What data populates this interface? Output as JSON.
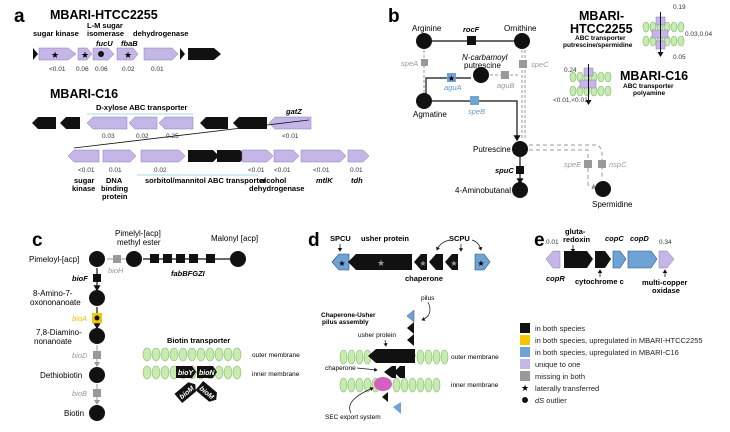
{
  "colors": {
    "both": "#111111",
    "up_htcc": "#f7c500",
    "up_c16": "#6fa3d6",
    "unique": "#c5b6e8",
    "missing": "#999999",
    "membrane": "#c8ecb0",
    "membrane_stroke": "#7fb86a",
    "transporter_line": "#a8d8ea",
    "sec": "#d45fc1"
  },
  "panel_a": {
    "letter": "a",
    "htcc_title": "MBARI-HTCC2255",
    "htcc_labels": [
      "sugar kinase",
      "L-M sugar isomerase",
      "dehydrogenase"
    ],
    "htcc_gene_names": [
      "fucU",
      "fbaB"
    ],
    "htcc_values": [
      "<0.01",
      "0.06",
      "0.06",
      "0.02",
      "0.01"
    ],
    "c16_title": "MBARI-C16",
    "c16_operon": "D-xylose ABC transporter",
    "c16_row1_values": [
      "0.03",
      "0.02",
      "0.25",
      "<0.01"
    ],
    "c16_gene_gatZ": "gatZ",
    "c16_row2_values": [
      "<0.01",
      "0.01",
      "0.02",
      "<0.01",
      "<0.01",
      "<0.01",
      "0.01"
    ],
    "c16_row2_labels": [
      "sugar kinase",
      "DNA binding protein",
      "sorbitol/mannitol ABC transporter",
      "alcohol dehydrogenase"
    ],
    "c16_row2_genes": [
      "mtlK",
      "tdh"
    ]
  },
  "panel_b": {
    "letter": "b",
    "metabolites": [
      "Arginine",
      "Ornithine",
      "N-carbamoyl putrescine",
      "Agmatine",
      "Putrescine",
      "4-Aminobutanal",
      "Spermidine"
    ],
    "genes": {
      "rocF": "rocF",
      "speA": "speA",
      "speC": "speC",
      "aguA": "aguA",
      "aguB": "aguB",
      "speB": "speB",
      "spuC": "spuC",
      "speE": "speE",
      "nspC": "nspC"
    },
    "htcc_title": "MBARI-HTCC2255",
    "htcc_sub": "ABC transporter putrescine/spermidine",
    "htcc_values": [
      "0.19",
      "0.03,0.04",
      "0.05"
    ],
    "c16_title": "MBARI-C16",
    "c16_sub": "ABC transporter polyamine",
    "c16_values": [
      "0.24",
      "<0.01,<0.01"
    ]
  },
  "panel_c": {
    "letter": "c",
    "metabolites": [
      "Pimeloyl-[acp]",
      "Pimelyl-[acp] methyl ester",
      "Malonyl [acp]",
      "8-Amino-7-oxononanoate",
      "7,8-Diamino-nonanoate",
      "Dethiobiotin",
      "Biotin"
    ],
    "genes": {
      "bioH": "bioH",
      "fab": "fabBFGZI",
      "bioF": "bioF",
      "bioA": "bioA",
      "bioD": "bioD",
      "bioB": "bioB"
    },
    "transporter_title": "Biotin transporter",
    "outer": "outer membrane",
    "inner": "inner membrane",
    "tr_genes": [
      "bioY",
      "bioN",
      "bioM",
      "bioM"
    ]
  },
  "panel_d": {
    "letter": "d",
    "labels": {
      "spcu": "SPCU",
      "usher": "usher protein",
      "scpu": "SCPU",
      "chaperone": "chaperone"
    },
    "assembly_title": "Chaperone-Usher pilus assembly",
    "pilus": "pilus",
    "usher_protein": "usher protein",
    "outer": "outer membrane",
    "chaperone": "chaperone",
    "inner": "inner membrane",
    "sec": "SEC export system"
  },
  "panel_e": {
    "letter": "e",
    "values": [
      "0.01",
      "0.34"
    ],
    "labels": {
      "glutaredoxin": "gluta-redoxin",
      "copC": "copC",
      "copD": "copD",
      "copR": "copR",
      "cyt": "cytochrome c",
      "mco1": "multi-copper",
      "mco2": "oxidase"
    }
  },
  "legend": [
    {
      "kind": "both",
      "label": "in both species"
    },
    {
      "kind": "up_htcc",
      "label": "in both species, upregulated in MBARI-HTCC2255"
    },
    {
      "kind": "up_c16",
      "label": "in both species, upregulated in MBARI-C16"
    },
    {
      "kind": "unique",
      "label": "unique to one"
    },
    {
      "kind": "missing",
      "label": "missing in both"
    },
    {
      "kind": "star",
      "label": "laterally transferred"
    },
    {
      "kind": "dot",
      "label": "dS outlier"
    }
  ]
}
